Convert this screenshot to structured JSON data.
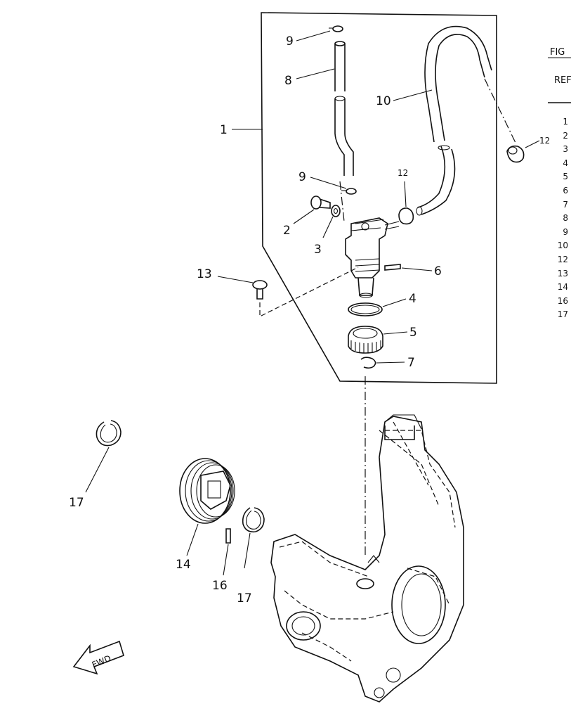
{
  "header": {
    "fig": "FIG",
    "ref": "REF"
  },
  "callouts": {
    "c1": "1",
    "c2": "2",
    "c3": "3",
    "c4": "4",
    "c5": "5",
    "c6": "6",
    "c7": "7",
    "c8": "8",
    "c9_top": "9",
    "c9_mid": "9",
    "c10": "10",
    "c12_inner": "12",
    "c12_outer": "12",
    "c13": "13",
    "c14": "14",
    "c16": "16",
    "c17_left": "17",
    "c17_right": "17"
  },
  "ref_list": [
    "1",
    "2",
    "3",
    "4",
    "5",
    "6",
    "7",
    "8",
    "9",
    "10",
    "12",
    "13",
    "14",
    "16",
    "17"
  ],
  "fwd_label": "FWD"
}
